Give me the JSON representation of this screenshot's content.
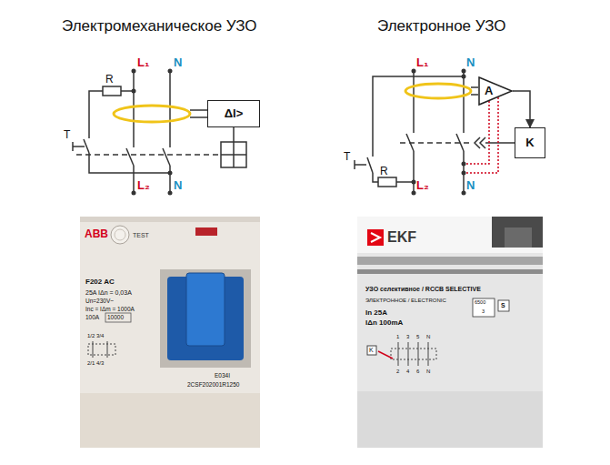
{
  "diagram": {
    "nodes": [
      {
        "text": [
          "ΔI>"
        ]
      },
      {
        "text": [
          "A"
        ]
      },
      {
        "text": [
          "K"
        ]
      }
    ],
    "edges": [
      {
        "from": 1,
        "to": 2,
        "arrow": "to"
      }
    ],
    "labels": [
      "Электромеханическое УЗО",
      "Электронное УЗО",
      "R",
      "L₁",
      "N",
      "T",
      "L₂",
      "N",
      "L₁",
      "N",
      "T",
      "R",
      "L₂",
      "N",
      "ABB",
      "TEST",
      "F202 AC",
      "25A IΔn = 0,03A",
      "Un=230V~",
      "Inc = IΔm = 1000A",
      "100A",
      "10000",
      "1/2 3/4",
      "2/1 4/3",
      "E034I",
      "2CSF202001R1250",
      "EKF",
      "УЗО селективное / RCCB SELECTIVE",
      "ЭЛЕКТРОННОЕ / ELECTRONIC",
      "In 25A",
      "IΔn 100mA",
      "6500",
      "3",
      "S",
      "K",
      "1 3 5 N",
      "2 4 6 N"
    ]
  }
}
